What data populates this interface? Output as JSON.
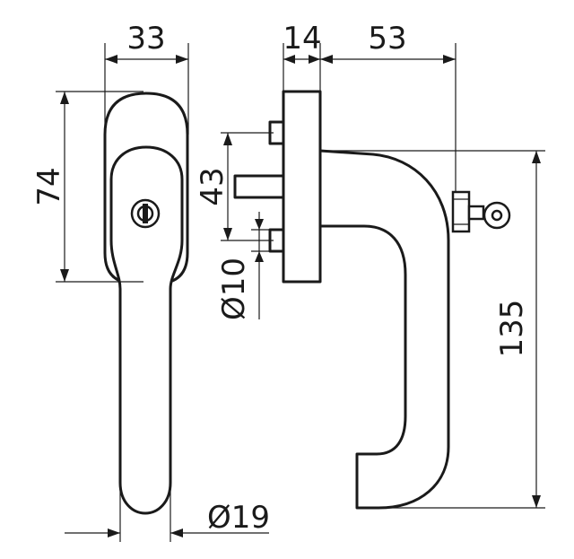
{
  "dimensions": {
    "rose_width": "33",
    "rose_height": "74",
    "base_thickness": "14",
    "projection": "53",
    "spindle_spacing": "43",
    "spindle_diameter": "Ø10",
    "handle_diameter": "Ø19",
    "handle_length": "135"
  },
  "colors": {
    "line": "#1a1a1a",
    "background": "#ffffff"
  },
  "icons": {
    "lock_cylinder": "lock-cylinder-icon",
    "key": "key-icon"
  }
}
